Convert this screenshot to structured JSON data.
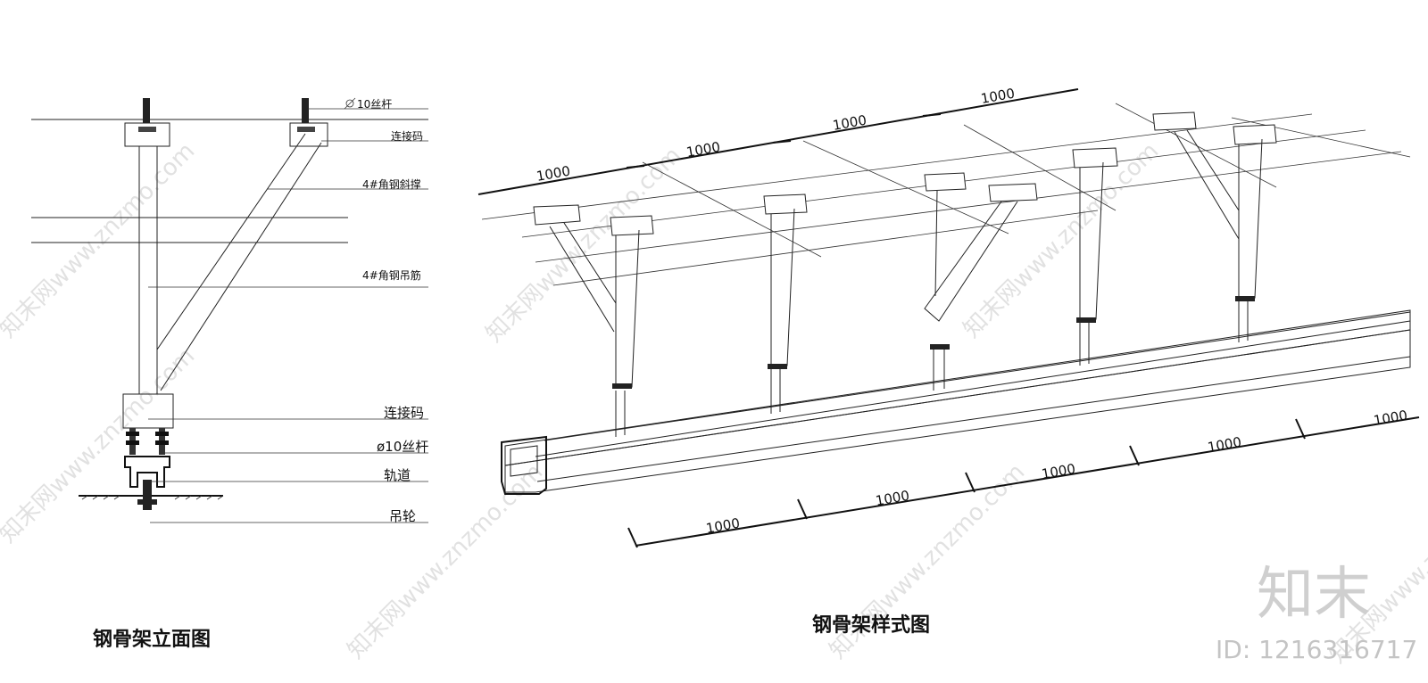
{
  "elevation": {
    "title": "钢骨架立面图",
    "labels": {
      "rod_top": "10丝杆",
      "connector_top": "连接码",
      "brace": "4#角钢斜撑",
      "hanger": "4#角钢吊筋",
      "connector_bottom": "连接码",
      "rod_bottom": "ø10丝杆",
      "track": "轨道",
      "wheel": "吊轮"
    }
  },
  "isometric": {
    "title": "钢骨架样式图",
    "top_dims": [
      "1000",
      "1000",
      "1000",
      "1000"
    ],
    "bottom_dims": [
      "1000",
      "1000",
      "1000",
      "1000",
      "1000"
    ]
  },
  "watermark": {
    "site": "知末网www.znzmo.com",
    "logo": "知末",
    "id": "ID: 1216316717"
  }
}
